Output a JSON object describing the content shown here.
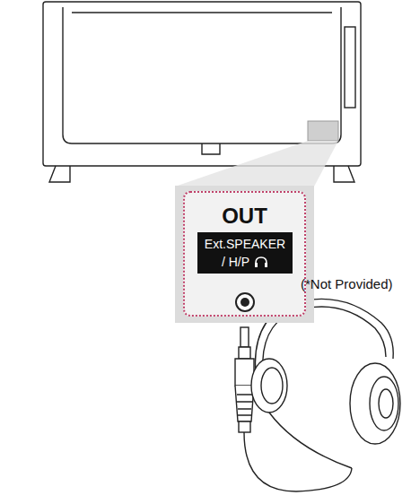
{
  "diagram": {
    "nodes": [
      {
        "text": [
          "OUT",
          "Ext.SPEAKER / H/P"
        ]
      }
    ],
    "labels": [
      "(*Not Provided)"
    ]
  }
}
